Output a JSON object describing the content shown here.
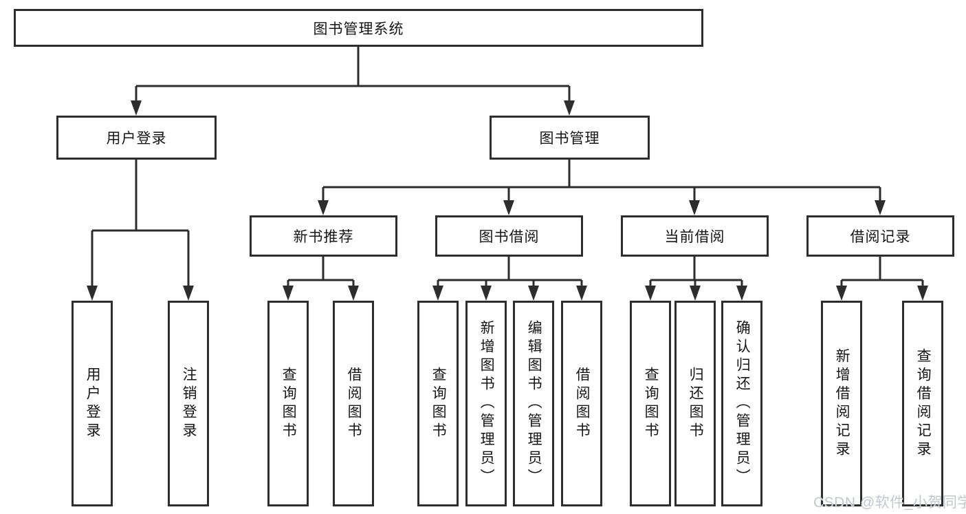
{
  "diagram": {
    "root": "图书管理系统",
    "level2": {
      "user_login": "用户登录",
      "book_mgmt": "图书管理"
    },
    "level3": {
      "new_recommend": "新书推荐",
      "book_borrow": "图书借阅",
      "current_borrow": "当前借阅",
      "borrow_record": "借阅记录"
    },
    "leaves": {
      "user_login": [
        "用户登录",
        "注销登录"
      ],
      "new_recommend": [
        "查询图书",
        "借阅图书"
      ],
      "book_borrow": [
        "查询图书",
        "新增图书（管理员）",
        "编辑图书（管理员）",
        "借阅图书"
      ],
      "current_borrow": [
        "查询图书",
        "归还图书",
        "确认归还（管理员）"
      ],
      "borrow_record": [
        "新增借阅记录",
        "查询借阅记录"
      ]
    }
  },
  "colors": {
    "line": "#2d2d2d",
    "text": "#161616",
    "background": "#ffffff",
    "watermark": "#c4c8cd"
  },
  "watermark": "CSDN @软件_小贺同学"
}
